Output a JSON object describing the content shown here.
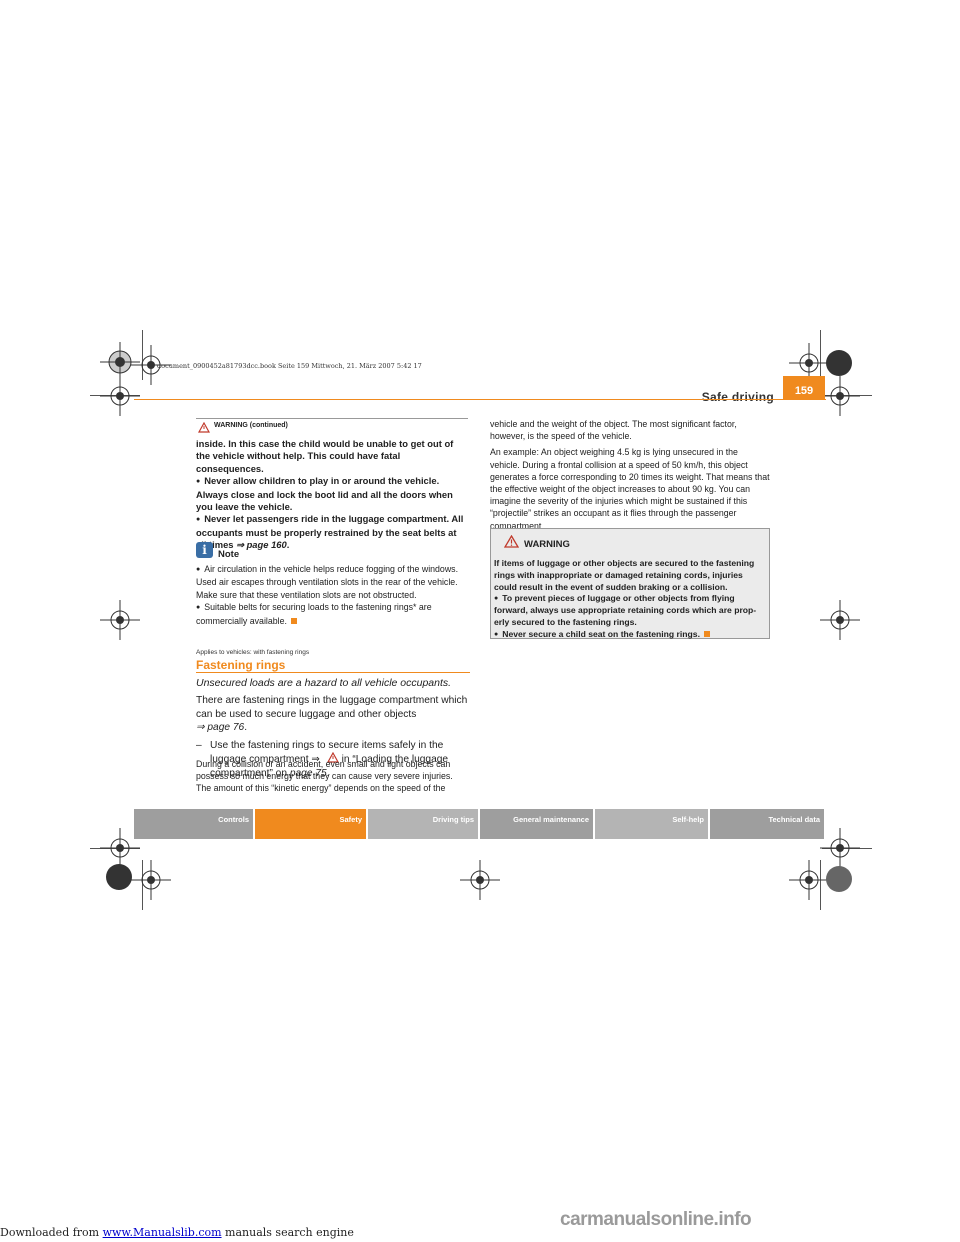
{
  "file_info": "document_0900452a81793dcc.book  Seite 159  Mittwoch, 21. März 2007  5:42 17",
  "header": {
    "title": "Safe driving",
    "page_number": "159"
  },
  "left_column": {
    "warning_title": "WARNING (continued)",
    "warning_p1": "inside. In this case the child would be unable to get out of the vehicle without help. This could have fatal consequences.",
    "warning_b1": "Never allow children to play in or around the vehicle. Always close and lock the boot lid and all the doors when you leave the vehicle.",
    "warning_b2_a": "Never let passengers ride in the luggage compartment. All occupants must be properly restrained by the seat belts at all times ",
    "warning_b2_ref": "⇒ page 160",
    "warning_b2_end": ".",
    "note_title": "Note",
    "note_b1": "Air circulation in the vehicle helps reduce fogging of the windows. Used air escapes through ventilation slots in the rear of the vehicle. Make sure that these ventilation slots are not obstructed.",
    "note_b2": "Suitable belts for securing loads to the fastening rings* are commercially available.",
    "applies": "Applies to vehicles: with fastening rings",
    "section_title": "Fastening rings",
    "subtitle": "Unsecured loads are a hazard to all vehicle occupants.",
    "body_1a": "There are fastening rings in the luggage compartment which can be used to secure luggage and other objects",
    "body_1ref": "⇒ page 76",
    "body_1end": ".",
    "step_dash": "–",
    "step_a": "Use the fastening rings to secure items safely in the luggage compartment ⇒",
    "step_b": " in “Loading the luggage compartment” on ",
    "step_ref": "page 75",
    "step_end": ".",
    "para_2": "During a collision or an accident, even small and light objects can possess so much energy that they can cause very severe injuries. The amount of this “kinetic energy” depends on the speed of the"
  },
  "right_column": {
    "para_1": "vehicle and the weight of the object. The most significant factor, however, is the speed of the vehicle.",
    "para_2": "An example: An object weighing 4.5 kg is lying unsecured in the vehicle. During a frontal collision at a speed of 50 km/h, this object generates a force corresponding to 20 times its weight. That means that the effective weight of the object increases to about 90 kg. You can imagine the severity of the injuries which might be sustained if this “projectile” strikes an occupant as it flies through the passenger compartment.",
    "warning_title": "WARNING",
    "warning_p1": "If items of luggage or other objects are secured to the fastening rings with inappropriate or damaged retaining cords, injuries could result in the event of sudden braking or a collision.",
    "warning_b1": "To prevent pieces of luggage or other objects from flying forward, always use appropriate retaining cords which are prop-erly secured to the fastening rings.",
    "warning_b2": "Never secure a child seat on the fastening rings."
  },
  "tabs": [
    "Controls",
    "Safety",
    "Driving tips",
    "General maintenance",
    "Self-help",
    "Technical data"
  ],
  "footer": {
    "prefix": "Downloaded from ",
    "link": "www.Manualslib.com",
    "suffix": " manuals search engine"
  },
  "watermark": "carmanualsonline.info",
  "colors": {
    "accent": "#f08a1e",
    "tab_gray": "#9e9e9e",
    "warning_bg": "#ebebeb"
  }
}
